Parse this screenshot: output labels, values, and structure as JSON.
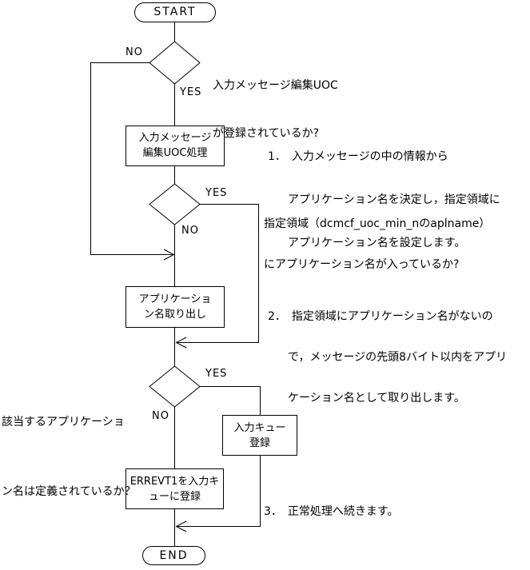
{
  "diagram": {
    "type": "flowchart",
    "colors": {
      "line": "#000000",
      "background": "#ffffff"
    },
    "terminals": {
      "start": "START",
      "end": "END"
    },
    "nodes": {
      "process1": {
        "line1": "入力メッセージ",
        "line2": "編集UOC処理"
      },
      "process2": {
        "line1": "アプリケーショ",
        "line2": "ン名取り出し"
      },
      "process3": {
        "line1": "入力キュー",
        "line2": "登録"
      },
      "process4": {
        "line1": "ERREVT1を入力キ",
        "line2": "ューに登録"
      }
    },
    "decisions": {
      "d1": {
        "no": "NO",
        "yes": "YES",
        "q_line1": "入力メッセージ編集UOC",
        "q_line2": "が登録されているか?"
      },
      "d2": {
        "yes": "YES",
        "no": "NO",
        "q_line1": "指定領域（dcmcf_uoc_min_nのaplname）",
        "q_line2": "にアプリケーション名が入っているか?"
      },
      "d3": {
        "yes": "YES",
        "no": "NO",
        "q_line1": "該当するアプリケーショ",
        "q_line2": "ン名は定義されているか？"
      }
    },
    "notes": {
      "n1": {
        "line1": "1．　入力メッセージの中の情報から",
        "line2": "アプリケーション名を決定し，指定領域に",
        "line3": "アプリケーション名を設定します。"
      },
      "n2": {
        "line1": "2．　指定領域にアプリケーション名がないの",
        "line2": "で，メッセージの先頭8バイト以内をアプリ",
        "line3": "ケーション名として取り出します。"
      },
      "n3": {
        "line1": "3．　正常処理へ続きます。"
      }
    }
  }
}
